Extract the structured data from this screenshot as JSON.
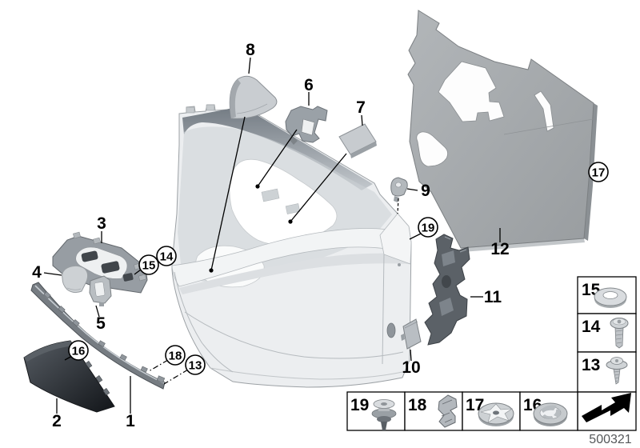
{
  "drawing_code": "500321",
  "callouts": {
    "plain": {
      "n1": "1",
      "n2": "2",
      "n3": "3",
      "n4": "4",
      "n5": "5",
      "n6": "6",
      "n7": "7",
      "n8": "8",
      "n9": "9",
      "n10": "10",
      "n11": "11",
      "n12": "12"
    },
    "circled": {
      "n13": "13",
      "n14": "14",
      "n15": "15",
      "n16": "16",
      "n17": "17",
      "n18": "18",
      "n19": "19"
    }
  },
  "legend": {
    "right_column": [
      {
        "label": "15",
        "icon": "flat-washer-icon"
      },
      {
        "label": "14",
        "icon": "pan-head-screw-icon"
      },
      {
        "label": "13",
        "icon": "washer-head-screw-icon"
      },
      {
        "label": "",
        "icon": "continue-arrow-icon"
      }
    ],
    "bottom_row": [
      {
        "label": "19",
        "icon": "expanding-rivet-icon"
      },
      {
        "label": "18",
        "icon": "spring-clip-icon"
      },
      {
        "label": "17",
        "icon": "star-lock-washer-icon"
      },
      {
        "label": "16",
        "icon": "clamping-washer-icon"
      }
    ]
  },
  "colors": {
    "background": "#ffffff",
    "outline": "#000000",
    "door_panel": "#eceef0",
    "insulation_panel": "#a7abae",
    "dark_trim": "#2f343a",
    "code_text": "#55585a"
  }
}
